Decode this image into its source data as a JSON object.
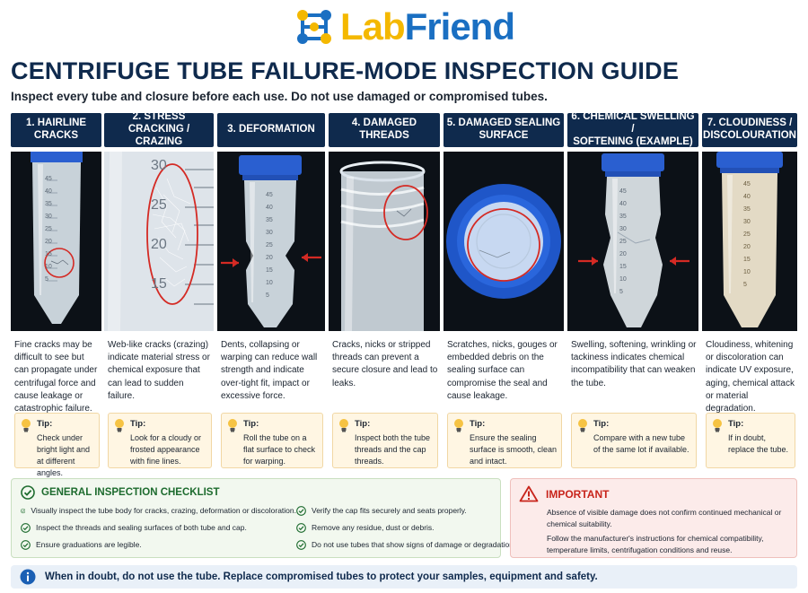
{
  "header": {
    "logo_lab": "Lab",
    "logo_friend": "Friend",
    "title": "CENTRIFUGE TUBE FAILURE-MODE INSPECTION GUIDE",
    "subtitle": "Inspect every tube and closure before each use. Do not use damaged or compromised tubes."
  },
  "tip_label": "Tip:",
  "failure_modes": [
    {
      "title_line1": "1. HAIRLINE",
      "title_line2": "CRACKS",
      "description": "Fine cracks may be difficult to see but can propagate under centrifugal force and cause leakage or catastrophic failure.",
      "tip": "Check under bright light and at different angles.",
      "graduations": [
        "45",
        "40",
        "35",
        "30",
        "25",
        "20",
        "15",
        "10",
        "5"
      ]
    },
    {
      "title_line1": "2. STRESS CRACKING /",
      "title_line2": "CRAZING",
      "description": "Web-like cracks (crazing) indicate material stress or chemical exposure that can lead to sudden failure.",
      "tip": "Look for a cloudy or frosted appearance with fine lines.",
      "graduations": [
        "30",
        "25",
        "20",
        "15"
      ]
    },
    {
      "title_line1": "3. DEFORMATION",
      "title_line2": "",
      "description": "Dents, collapsing or warping can reduce wall strength and indicate over-tight fit, impact or excessive force.",
      "tip": "Roll the tube on a flat surface to check for warping.",
      "graduations": [
        "45",
        "40",
        "35",
        "30",
        "25",
        "20",
        "15",
        "10",
        "5"
      ]
    },
    {
      "title_line1": "4. DAMAGED",
      "title_line2": "THREADS",
      "description": "Cracks, nicks or stripped threads can prevent a secure closure and lead to leaks.",
      "tip": "Inspect both the tube threads and the cap threads."
    },
    {
      "title_line1": "5. DAMAGED SEALING",
      "title_line2": "SURFACE",
      "description": "Scratches, nicks, gouges or embedded debris on the sealing surface can compromise the seal and cause leakage.",
      "tip": "Ensure the sealing surface is smooth, clean and intact."
    },
    {
      "title_line1": "6. CHEMICAL SWELLING /",
      "title_line2": "SOFTENING (EXAMPLE)",
      "description": "Swelling, softening, wrinkling or tackiness indicates chemical incompatibility that can weaken the tube.",
      "tip": "Compare with a new tube of the same lot if available.",
      "graduations": [
        "45",
        "40",
        "35",
        "30",
        "25",
        "20",
        "15",
        "10",
        "5"
      ]
    },
    {
      "title_line1": "7. CLOUDINESS /",
      "title_line2": "DISCOLOURATION",
      "description": "Cloudiness, whitening or discoloration can indicate UV exposure, aging, chemical attack or material degradation.",
      "tip": "If in doubt, replace the tube.",
      "graduations": [
        "45",
        "40",
        "35",
        "30",
        "25",
        "20",
        "15",
        "10",
        "5"
      ]
    }
  ],
  "checklist": {
    "title": "GENERAL INSPECTION CHECKLIST",
    "items": [
      "Visually inspect the tube body for cracks, crazing, deformation or discoloration.",
      "Verify the cap fits securely and seats properly.",
      "Inspect the threads and sealing surfaces of both tube and cap.",
      "Remove any residue, dust or debris.",
      "Ensure graduations are legible.",
      "Do not use tubes that show signs of damage or degradation."
    ]
  },
  "important": {
    "title": "IMPORTANT",
    "paragraph1": "Absence of visible damage does not confirm continued mechanical or chemical suitability.",
    "paragraph2": "Follow the manufacturer's instructions for chemical compatibility, temperature limits, centrifugation conditions and reuse."
  },
  "footer": {
    "text": "When in doubt, do not use the tube. Replace compromised tubes to protect your samples, equipment and safety."
  },
  "colors": {
    "navy": "#0f2a4d",
    "logo_yellow": "#f4b800",
    "logo_blue": "#1a6fc2",
    "cap_blue": "#1f56c8",
    "alert_red": "#c8241b",
    "check_green": "#1d6b2e"
  }
}
